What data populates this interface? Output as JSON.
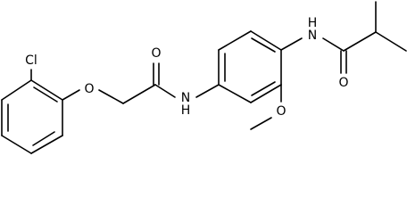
{
  "molecule": {
    "atoms": {
      "cl": "Cl",
      "ether_o": "O",
      "carbonyl_o1": "O",
      "amide_n1": "N",
      "amide_h1": "H",
      "amide_n2": "N",
      "amide_h2": "H",
      "carbonyl_o2": "O",
      "methoxy_o": "O"
    },
    "colors": {
      "bond": "#000000",
      "text": "#000000",
      "background": "#ffffff"
    }
  }
}
